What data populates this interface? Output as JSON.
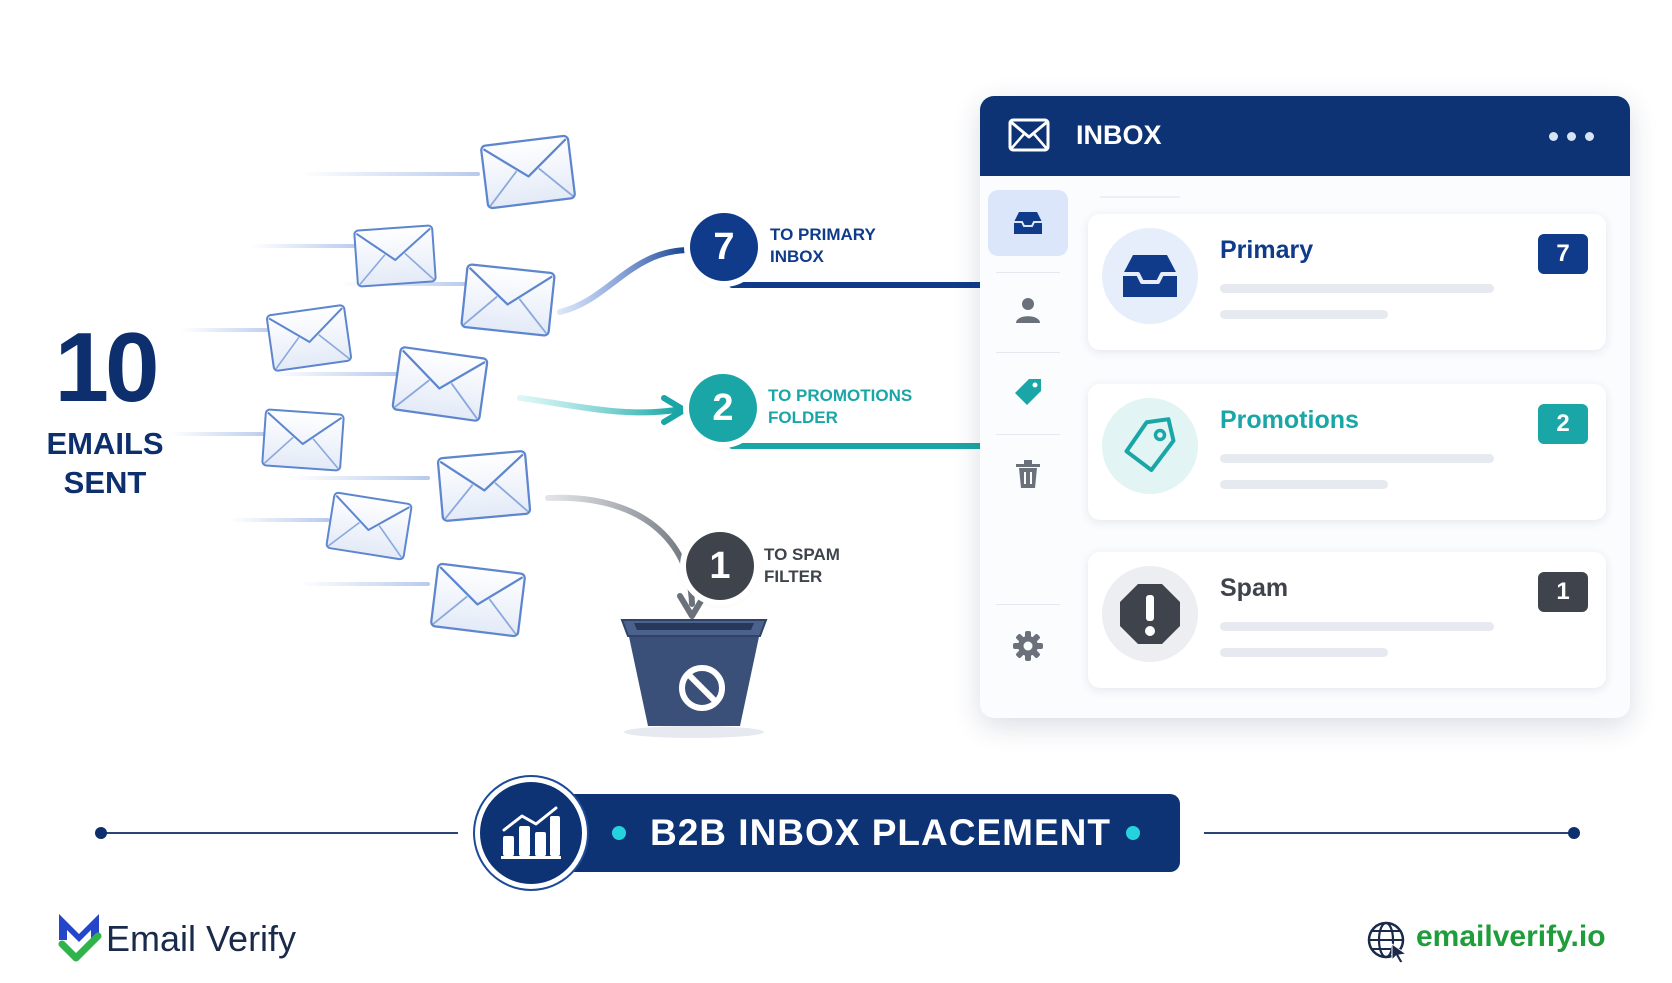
{
  "headline": {
    "count": "10",
    "label_line1": "EMAILS",
    "label_line2": "SENT"
  },
  "flows": [
    {
      "count": "7",
      "label_line1": "TO PRIMARY",
      "label_line2": "INBOX",
      "color": "#0f3b8a"
    },
    {
      "count": "2",
      "label_line1": "TO PROMOTIONS",
      "label_line2": "FOLDER",
      "color": "#1aa6a6"
    },
    {
      "count": "1",
      "label_line1": "TO SPAM",
      "label_line2": "FILTER",
      "color": "#3e434c"
    }
  ],
  "inbox": {
    "title": "INBOX",
    "sidebar_icons": [
      "inbox-icon",
      "user-icon",
      "tag-icon",
      "trash-icon",
      "gear-icon"
    ],
    "categories": [
      {
        "name": "Primary",
        "count": "7",
        "color": "#0f3b8a",
        "icon": "inbox-tray-icon"
      },
      {
        "name": "Promotions",
        "count": "2",
        "color": "#1aa6a6",
        "icon": "tag-icon"
      },
      {
        "name": "Spam",
        "count": "1",
        "color": "#3e434c",
        "icon": "alert-icon"
      }
    ]
  },
  "banner": {
    "title": "B2B INBOX PLACEMENT",
    "icon": "bar-chart-icon"
  },
  "footer": {
    "brand": "Email Verify",
    "website": "emailverify.io"
  },
  "colors": {
    "navy": "#0d3375",
    "teal": "#1aa6a6",
    "gray": "#3e434c",
    "green": "#1e9d3a"
  }
}
